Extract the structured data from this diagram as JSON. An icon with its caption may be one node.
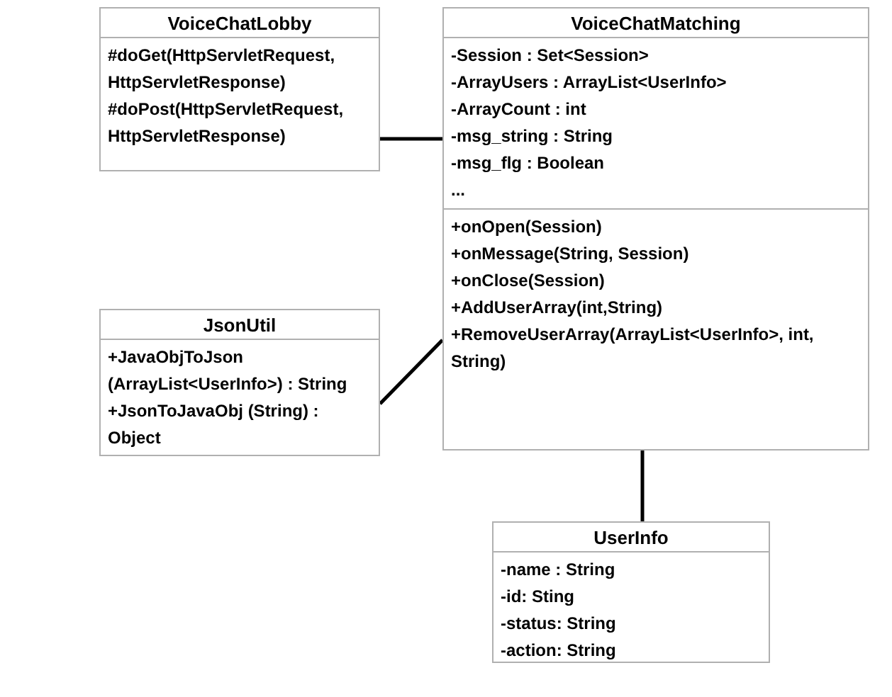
{
  "diagram": {
    "nodes": [
      {
        "text": [
          "VoiceChatLobby",
          "#doGet(HttpServletRequest, HttpServletResponse)",
          "#doPost(HttpServletRequest, HttpServletResponse)"
        ]
      },
      {
        "text": [
          "VoiceChatMatching",
          "-Session : Set<Session>",
          "-ArrayUsers : ArrayList<UserInfo>",
          "-ArrayCount : int",
          "-msg_string : String",
          "-msg_flg : Boolean",
          "...",
          "+onOpen(Session)",
          "+onMessage(String, Session)",
          "+onClose(Session)",
          "+AddUserArray(int,String)",
          "+RemoveUserArray(ArrayList<UserInfo>, int, String)"
        ]
      },
      {
        "text": [
          "JsonUtil",
          "+JavaObjToJson (ArrayList<UserInfo>) : String",
          "+JsonToJavaObj (String) : Object"
        ]
      },
      {
        "text": [
          "UserInfo",
          "-name : String",
          "-id: Sting",
          "-status: String",
          "-action: String"
        ]
      }
    ],
    "edges": [
      {
        "from": 0,
        "to": 1,
        "arrow": "none"
      },
      {
        "from": 2,
        "to": 1,
        "arrow": "none"
      },
      {
        "from": 1,
        "to": 3,
        "arrow": "none"
      }
    ]
  }
}
